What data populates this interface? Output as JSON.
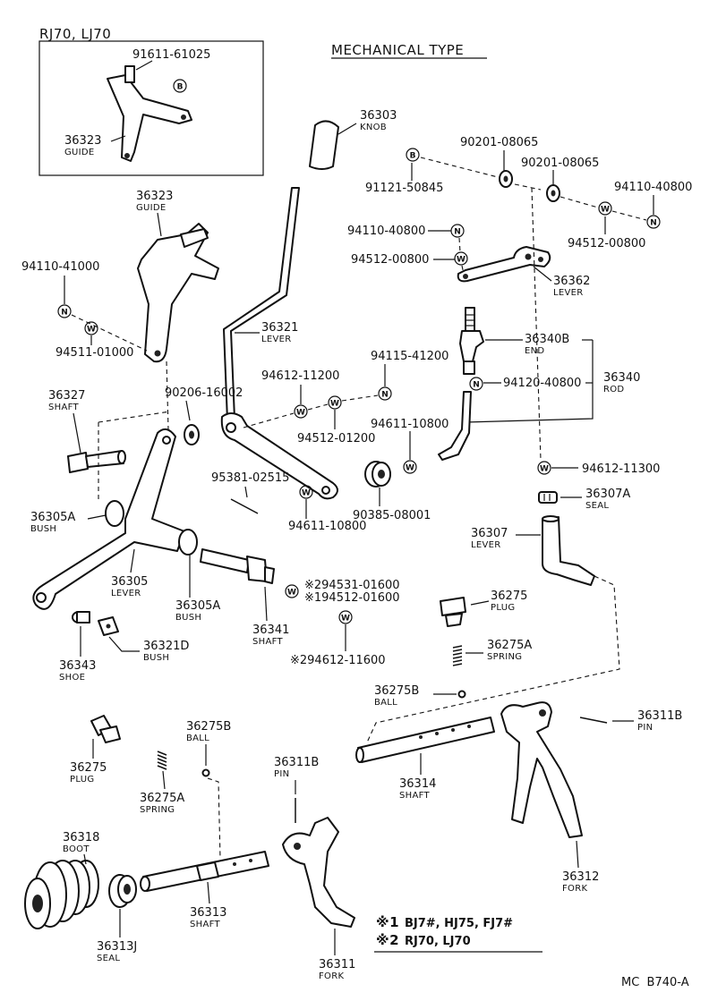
{
  "inset": {
    "title": "RJ70, LJ70",
    "parts": [
      {
        "number": "91611-61025",
        "name": ""
      },
      {
        "number": "36323",
        "name": "GUIDE"
      }
    ]
  },
  "header": "MECHANICAL TYPE",
  "parts": [
    {
      "number": "36303",
      "name": "KNOB"
    },
    {
      "number": "90201-08065",
      "name": ""
    },
    {
      "number": "90201-08065",
      "name": ""
    },
    {
      "number": "91121-50845",
      "name": ""
    },
    {
      "number": "94110-40800",
      "name": ""
    },
    {
      "number": "94110-40800",
      "name": ""
    },
    {
      "number": "94512-00800",
      "name": ""
    },
    {
      "number": "94512-00800",
      "name": ""
    },
    {
      "number": "36362",
      "name": "LEVER"
    },
    {
      "number": "36323",
      "name": "GUIDE"
    },
    {
      "number": "94110-41000",
      "name": ""
    },
    {
      "number": "94511-01000",
      "name": ""
    },
    {
      "number": "36321",
      "name": "LEVER"
    },
    {
      "number": "36340B",
      "name": "END"
    },
    {
      "number": "94115-41200",
      "name": ""
    },
    {
      "number": "94612-11200",
      "name": ""
    },
    {
      "number": "94512-01200",
      "name": ""
    },
    {
      "number": "94120-40800",
      "name": ""
    },
    {
      "number": "36340",
      "name": "ROD"
    },
    {
      "number": "36327",
      "name": "SHAFT"
    },
    {
      "number": "90206-16002",
      "name": ""
    },
    {
      "number": "94611-10800",
      "name": ""
    },
    {
      "number": "94612-11300",
      "name": ""
    },
    {
      "number": "95381-02515",
      "name": ""
    },
    {
      "number": "36305A",
      "name": "BUSH"
    },
    {
      "number": "94611-10800",
      "name": ""
    },
    {
      "number": "90385-08001",
      "name": ""
    },
    {
      "number": "36307A",
      "name": "SEAL"
    },
    {
      "number": "36307",
      "name": "LEVER"
    },
    {
      "number": "36305",
      "name": "LEVER"
    },
    {
      "number": "36305A",
      "name": "BUSH"
    },
    {
      "number": "36341",
      "name": "SHAFT"
    },
    {
      "number": "※294531-01600",
      "name": ""
    },
    {
      "number": "※194512-01600",
      "name": ""
    },
    {
      "number": "※294612-11600",
      "name": ""
    },
    {
      "number": "36275",
      "name": "PLUG"
    },
    {
      "number": "36275A",
      "name": "SPRING"
    },
    {
      "number": "36343",
      "name": "SHOE"
    },
    {
      "number": "36321D",
      "name": "BUSH"
    },
    {
      "number": "36275B",
      "name": "BALL"
    },
    {
      "number": "36311B",
      "name": "PIN"
    },
    {
      "number": "36275",
      "name": "PLUG"
    },
    {
      "number": "36275B",
      "name": "BALL"
    },
    {
      "number": "36275A",
      "name": "SPRING"
    },
    {
      "number": "36311B",
      "name": "PIN"
    },
    {
      "number": "36314",
      "name": "SHAFT"
    },
    {
      "number": "36318",
      "name": "BOOT"
    },
    {
      "number": "36312",
      "name": "FORK"
    },
    {
      "number": "36313",
      "name": "SHAFT"
    },
    {
      "number": "36313J",
      "name": "SEAL"
    },
    {
      "number": "36311",
      "name": "FORK"
    }
  ],
  "washer_symbols": {
    "bolt": "B",
    "nut": "N",
    "washer": "W"
  },
  "notes": [
    {
      "mark": "※1",
      "text": "BJ7#, HJ75, FJ7#"
    },
    {
      "mark": "※2",
      "text": "RJ70, LJ70"
    }
  ],
  "footer_code": "MC  B740-A"
}
